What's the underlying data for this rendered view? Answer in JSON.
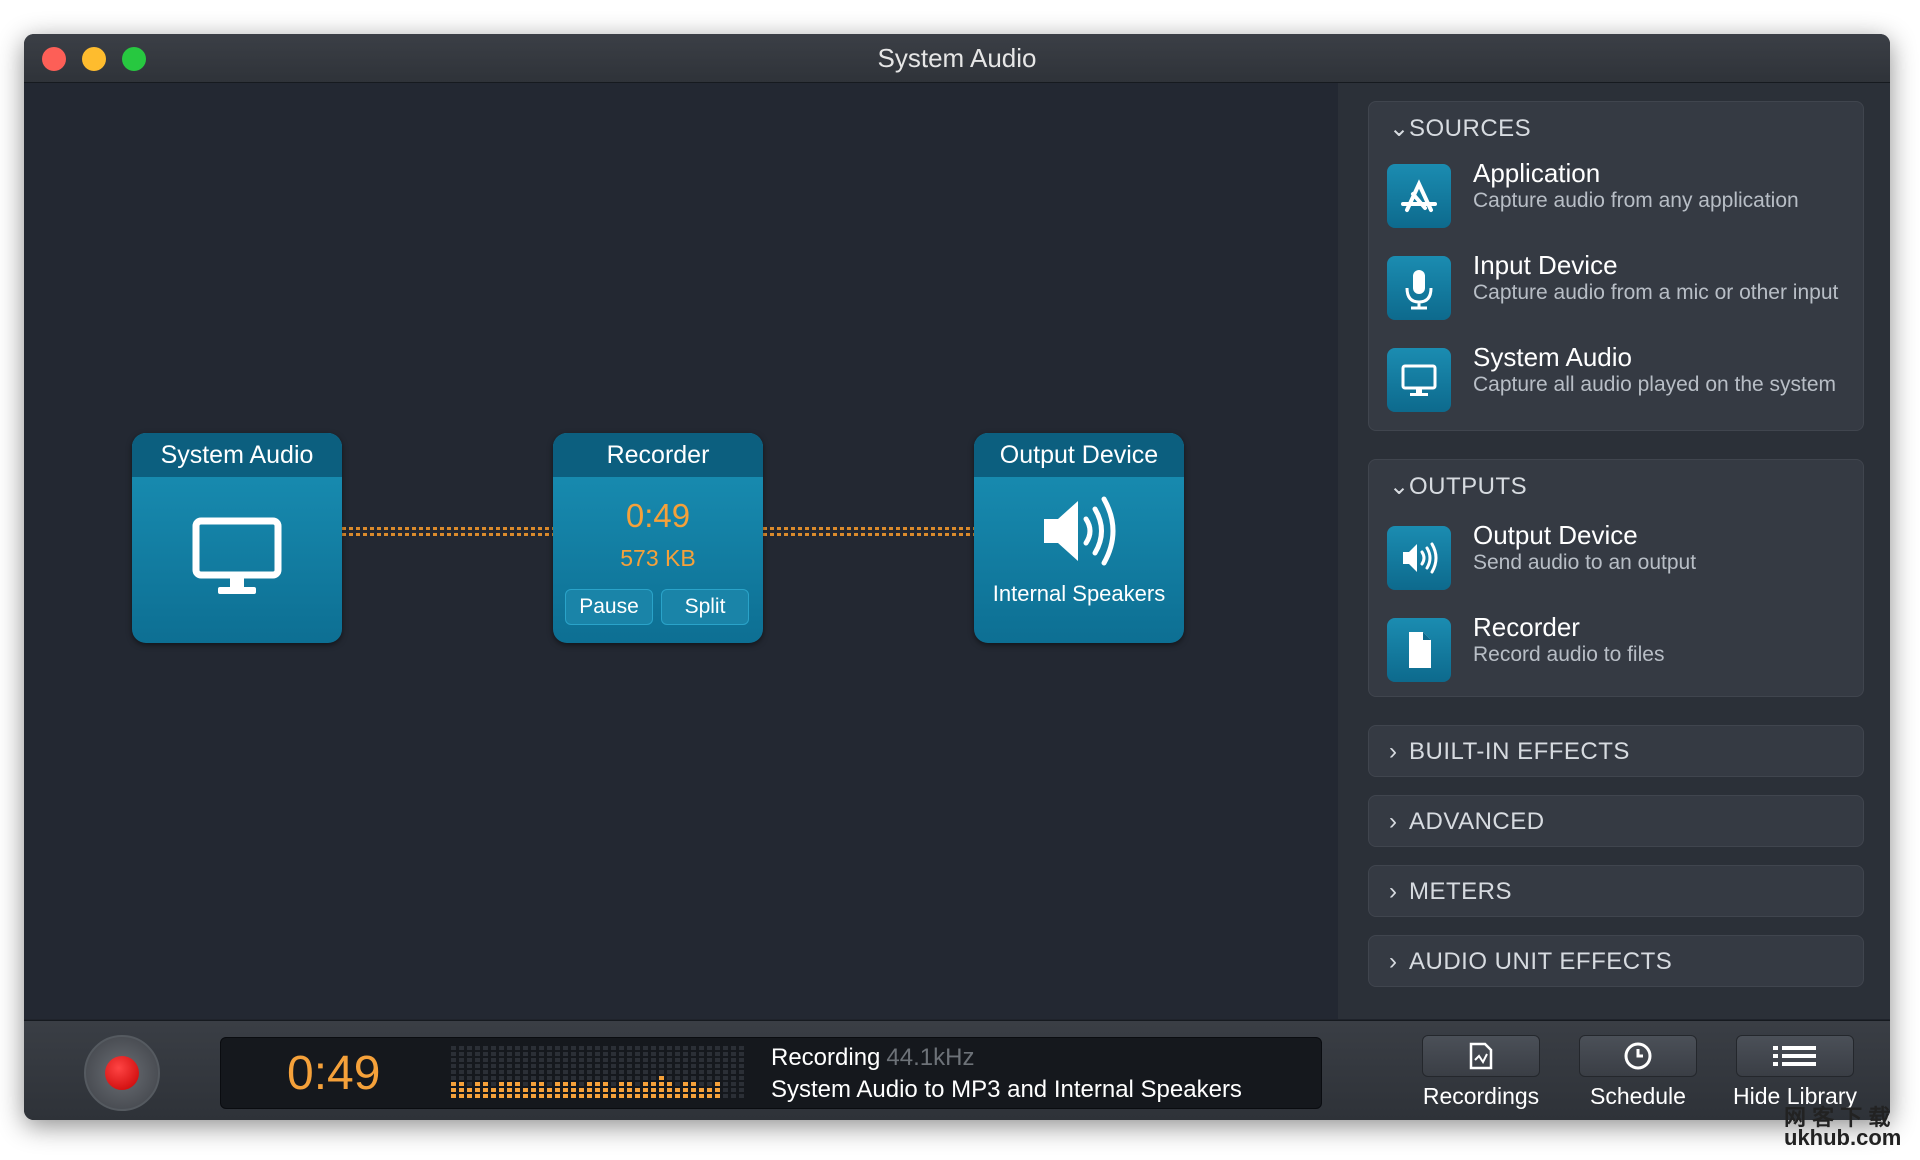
{
  "window": {
    "title": "System Audio"
  },
  "canvas": {
    "nodes": {
      "source": {
        "title": "System Audio",
        "icon": "monitor-icon"
      },
      "recorder": {
        "title": "Recorder",
        "time": "0:49",
        "size": "573 KB",
        "pause_label": "Pause",
        "split_label": "Split"
      },
      "output": {
        "title": "Output Device",
        "label": "Internal Speakers",
        "icon": "speaker-icon"
      }
    }
  },
  "sidebar": {
    "sources": {
      "header": "SOURCES",
      "items": [
        {
          "title": "Application",
          "desc": "Capture audio from any application",
          "icon": "app-store-icon"
        },
        {
          "title": "Input Device",
          "desc": "Capture audio from a mic or other input",
          "icon": "microphone-icon"
        },
        {
          "title": "System Audio",
          "desc": "Capture all audio played on the system",
          "icon": "monitor-icon"
        }
      ]
    },
    "outputs": {
      "header": "OUTPUTS",
      "items": [
        {
          "title": "Output Device",
          "desc": "Send audio to an output",
          "icon": "speaker-icon"
        },
        {
          "title": "Recorder",
          "desc": "Record audio to files",
          "icon": "document-icon"
        }
      ]
    },
    "collapsed": [
      "BUILT-IN EFFECTS",
      "ADVANCED",
      "METERS",
      "AUDIO UNIT EFFECTS"
    ]
  },
  "bottom": {
    "time": "0:49",
    "status": "Recording",
    "rate": "44.1kHz",
    "destination": "System Audio to MP3 and Internal Speakers",
    "tools": {
      "recordings": "Recordings",
      "schedule": "Schedule",
      "library": "Hide Library"
    }
  },
  "watermark": {
    "line1": "网 客 下 载",
    "line2": "ukhub.com"
  },
  "colors": {
    "accent": "#f5a13a",
    "node": "#1a91b6",
    "record": "#e00000"
  }
}
